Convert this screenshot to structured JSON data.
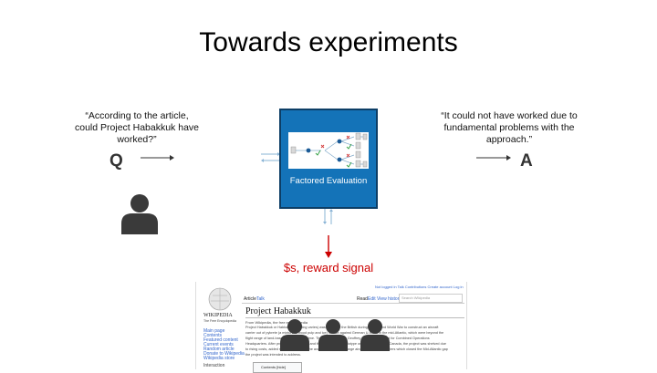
{
  "slide": {
    "title": "Towards experiments",
    "question_quote": "“According to the article, could Project Habakkuk have worked?”",
    "answer_quote": "“It could not have worked due to fundamental problems with the approach.”",
    "q_letter": "Q",
    "a_letter": "A",
    "box_label": "Factored Evaluation",
    "reward_label": "$s, reward signal"
  },
  "wiki": {
    "logo_text": "WIKIPEDIA",
    "logo_sub": "The Free Encyclopedia",
    "tab_article": "Article",
    "tab_talk": "Talk",
    "tab_read": "Read",
    "tab_edit": "Edit",
    "tab_history": "View history",
    "search_placeholder": "Search Wikipedia",
    "user_links": "Not logged in   Talk   Contributions   Create account   Log in",
    "page_title": "Project Habakkuk",
    "from_line": "From Wikipedia, the free encyclopedia",
    "sidebar_links": [
      "Main page",
      "Contents",
      "Featured content",
      "Current events",
      "Random article",
      "Donate to Wikipedia",
      "Wikipedia store"
    ],
    "sidebar_interaction": "Interaction",
    "contents_label": "Contents [hide]",
    "para_lines": [
      "Project Habakkuk or Habbakuk (spelling varies) was a plan by the British during the Second World War to construct an aircraft",
      "carrier out of pykrete (a mixture of wood pulp and ice) for use against German U-boats in the mid-Atlantic, which were beyond the",
      "flight range of land-based planes at that time. The idea came from Geoffrey Pyke, who worked for Combined Operations",
      "Headquarters. After promising scale tests and the creation of a prototype on a lake in Alberta, Canada, the project was shelved due",
      "to rising costs, added requirements, and the availability of longer-range aircraft and escort carriers which closed the Mid-Atlantic gap",
      "the project was intended to address."
    ]
  },
  "colors": {
    "box_fill": "#1473b8",
    "reward_red": "#cc0000",
    "person_gray": "#3a3a3a"
  }
}
